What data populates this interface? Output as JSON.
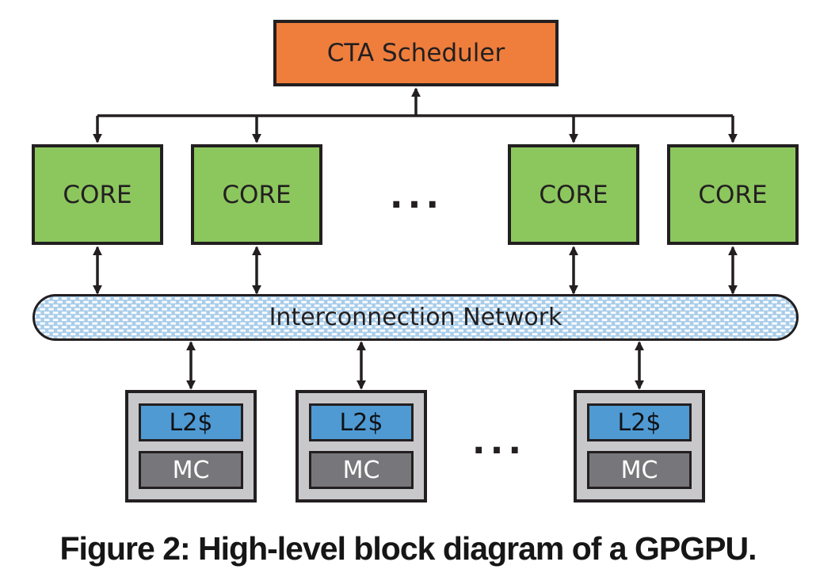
{
  "figure": {
    "scheduler_label": "CTA Scheduler",
    "cores": [
      "CORE",
      "CORE",
      "CORE",
      "CORE"
    ],
    "cores_ellipsis": "...",
    "interconnect_label": "Interconnection Network",
    "memory_partitions": [
      {
        "cache": "L2$",
        "controller": "MC"
      },
      {
        "cache": "L2$",
        "controller": "MC"
      },
      {
        "cache": "L2$",
        "controller": "MC"
      }
    ],
    "memory_ellipsis": "...",
    "caption": "Figure 2: High-level block diagram of a GPGPU.",
    "colors": {
      "scheduler_fill": "#EF7E3D",
      "core_fill": "#8CC75E",
      "interconnect_fill": "#A9CDE9",
      "l2_cache_fill": "#4F9AD3",
      "memory_controller_fill": "#77767A",
      "partition_fill": "#C8C8CB",
      "line_color": "#231F20"
    }
  }
}
